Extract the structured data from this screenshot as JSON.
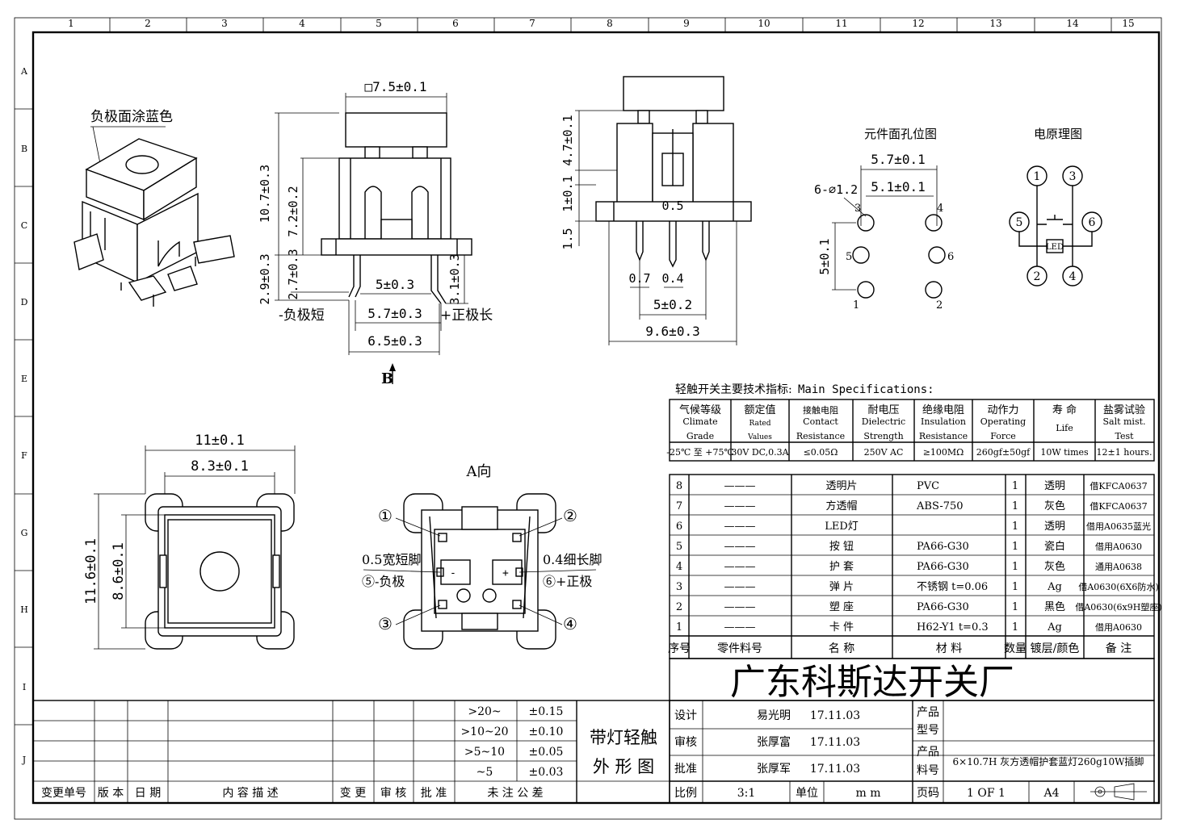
{
  "border": {
    "col_labels": [
      "1",
      "2",
      "3",
      "4",
      "5",
      "6",
      "7",
      "8",
      "9",
      "10",
      "11",
      "12",
      "13",
      "14",
      "15"
    ],
    "row_labels": [
      "A",
      "B",
      "C",
      "D",
      "E",
      "F",
      "G",
      "H",
      "I",
      "J"
    ]
  },
  "iso": {
    "note": "负极面涂蓝色"
  },
  "side": {
    "top_width": "□7.5±0.1",
    "h_total": "10.7±0.3",
    "h_mid": "7.2±0.2",
    "h_bot": "2.9±0.3",
    "h_bot2": "2.7±0.3",
    "h_right": "3.1±0.3",
    "w1": "5±0.3",
    "w2": "5.7±0.3",
    "w3": "6.5±0.3",
    "neg": "-负极短",
    "pos": "+正极长",
    "view_b": "B"
  },
  "front": {
    "h1": "4.7±0.1",
    "h2": "1±0.1",
    "h3": "1.5",
    "pin_center": "0.5",
    "pin_a": "0.7",
    "pin_b": "0.4",
    "w1": "5±0.2",
    "w2": "9.6±0.3"
  },
  "pcb": {
    "title": "元件面孔位图",
    "w1": "5.7±0.1",
    "w2": "5.1±0.1",
    "holes": "6-⌀1.2",
    "h": "5±0.1",
    "pins": [
      "3",
      "4",
      "5",
      "6",
      "1",
      "2"
    ]
  },
  "schematic": {
    "title": "电原理图",
    "led": "LED",
    "nodes": [
      "1",
      "3",
      "5",
      "6",
      "2",
      "4"
    ]
  },
  "top": {
    "w1": "11±0.1",
    "w2": "8.3±0.1",
    "h1": "11.6±0.1",
    "h2": "8.6±0.1"
  },
  "bottom": {
    "title": "A向",
    "left1": "0.5宽短脚",
    "left2": "⑤-负极",
    "right1": "0.4细长脚",
    "right2": "⑥+正极",
    "c1": "①",
    "c2": "②",
    "c3": "③",
    "c4": "④"
  },
  "specs": {
    "title_cn": "轻触开关主要技术指标:",
    "title_en": "Main Specifications:",
    "headers": [
      [
        "气候等级",
        "Climate",
        "Grade"
      ],
      [
        "额定值",
        "Rated",
        "Values"
      ],
      [
        "接触电阻",
        "Contact",
        "Resistance"
      ],
      [
        "耐电压",
        "Dielectric",
        "Strength"
      ],
      [
        "绝缘电阻",
        "Insulation",
        "Resistance"
      ],
      [
        "动作力",
        "Operating",
        "Force"
      ],
      [
        "寿  命",
        "Life",
        ""
      ],
      [
        "盐雾试验",
        "Salt mist.",
        "Test"
      ]
    ],
    "values": [
      "-25℃ 至 +75℃",
      "30V DC,0.3A",
      "≤0.05Ω",
      "250V AC",
      "≥100MΩ",
      "260gf±50gf",
      "10W times",
      "12±1 hours."
    ]
  },
  "bom": {
    "rows": [
      [
        "8",
        "———",
        "透明片",
        "PVC",
        "1",
        "透明",
        "借KFCA0637"
      ],
      [
        "7",
        "———",
        "方透帽",
        "ABS-750",
        "1",
        "灰色",
        "借KFCA0637"
      ],
      [
        "6",
        "———",
        "LED灯",
        "",
        "1",
        "透明",
        "借用A0635蓝光"
      ],
      [
        "5",
        "———",
        "按  钮",
        "PA66-G30",
        "1",
        "瓷白",
        "借用A0630"
      ],
      [
        "4",
        "———",
        "护  套",
        "PA66-G30",
        "1",
        "灰色",
        "通用A0638"
      ],
      [
        "3",
        "———",
        "弹  片",
        "不锈钢 t=0.06",
        "1",
        "Ag",
        "借A0630(6X6防水)"
      ],
      [
        "2",
        "———",
        "塑  座",
        "PA66-G30",
        "1",
        "黑色",
        "借A0630(6x9H塑座)"
      ],
      [
        "1",
        "———",
        "卡  件",
        "H62-Y1 t=0.3",
        "1",
        "Ag",
        "借用A0630"
      ]
    ],
    "header": [
      "序号",
      "零件料号",
      "名  称",
      "材      料",
      "数量",
      "镀层/颜色",
      "备  注"
    ]
  },
  "company": "广东科斯达开关厂",
  "tolerance": {
    "rows": [
      [
        ">20~",
        "±0.15"
      ],
      [
        ">10~20",
        "±0.10"
      ],
      [
        ">5~10",
        "±0.05"
      ],
      [
        "~5",
        "±0.03"
      ]
    ]
  },
  "revision_header": [
    "变更单号",
    "版 本",
    "日 期",
    "内 容 描 述",
    "变 更",
    "审 核",
    "批 准",
    "未 注 公 差"
  ],
  "drawing_title": [
    "带灯轻触",
    "外 形 图"
  ],
  "signoff": {
    "design_label": "设计",
    "design_name": "易光明",
    "design_date": "17.11.03",
    "check_label": "审核",
    "check_name": "张厚富",
    "check_date": "17.11.03",
    "approve_label": "批准",
    "approve_name": "张厚军",
    "approve_date": "17.11.03",
    "product_model_label": [
      "产品",
      "型号"
    ],
    "product_code_label": [
      "产品",
      "料号"
    ],
    "product_code": "6×10.7H 灰方透帽护套蓝灯260g10W插脚",
    "scale_label": "比例",
    "scale": "3:1",
    "unit_label": "单位",
    "unit": "m m",
    "page_label": "页码",
    "page": "1 OF 1",
    "size": "A4"
  }
}
